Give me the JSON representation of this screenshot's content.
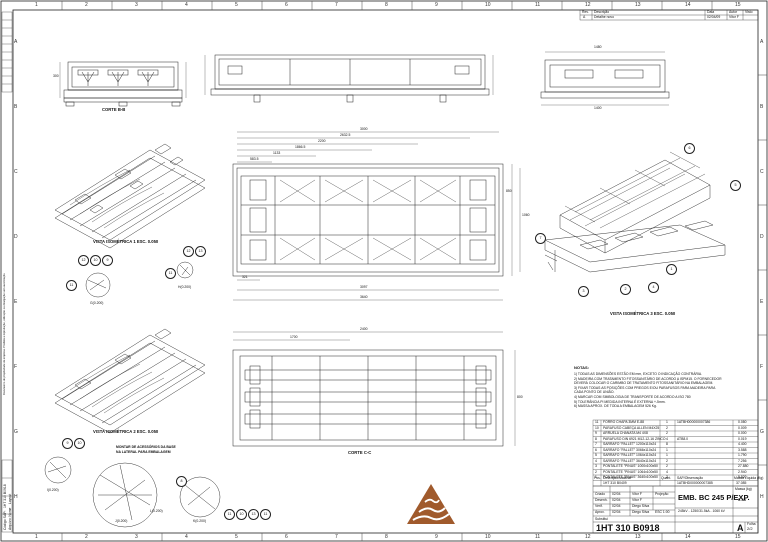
{
  "rev_header": {
    "rev": "Rev.",
    "description": "Descrição",
    "date": "Data",
    "author": "Autor",
    "approval": "Visto"
  },
  "rev_row": {
    "rev": "A",
    "description": "Detalhe novo",
    "date": "02/04/09",
    "author": "Vitor F"
  },
  "top_numbers": [
    "1",
    "2",
    "3",
    "4",
    "5",
    "6",
    "7",
    "8",
    "9",
    "10",
    "11",
    "12",
    "13",
    "14",
    "15"
  ],
  "side_letters": [
    "A",
    "B",
    "C",
    "D",
    "E",
    "F",
    "G",
    "H"
  ],
  "views": {
    "corte_bb": "CORTE B-B",
    "corte_cc": "CORTE C-C",
    "iso1": "VISTA ISOMÉTRICA 1 ESC. 0.050",
    "iso2": "VISTA ISOMÉTRICA 2 ESC. 0.050",
    "iso3": "VISTA ISOMÉTRICA 3 ESC. 0.050",
    "det_g": "G(0.200)",
    "det_h": "H(0.200)",
    "det_i": "I(0.200)",
    "det_j": "J(0.200)",
    "det_k": "K(0.200)",
    "det_l": "L(0.200)",
    "mount_note": [
      "MONTAR DE ACESSÓRIOS DA BASE",
      "NA LATERAL PARA EMBALAGEM"
    ]
  },
  "dims": {
    "d1480": "1480",
    "d1400": "1400",
    "d3000": "3000",
    "d2632": "2632.5",
    "d2200": "2200",
    "d1866": "1866.5",
    "d1133": "1133",
    "d583": "583.5",
    "d3097": "3097",
    "d3640": "3640",
    "d2400": "2400",
    "d1700": "1700",
    "d321": "321",
    "d850": "850",
    "d1060": "1060",
    "d800": "800",
    "d300": "300"
  },
  "notes": {
    "title": "NOTAS:",
    "lines": [
      "1) TODAS AS DIMENSÕES ESTÃO EM mm, EXCETO O INDICAÇÃO CONTRÁRIA.",
      "2) MADEIRA COM TRATAMENTO FITOSSANITÁRIO DE ACORDO A ISPM15. O FORNECEDOR",
      "   DEVERÁ COLOCAR O CARIMBO DE TRATAMENTO FITOSSANITÁRIO NA EMBALAGEM.",
      "3) FIXAR TODAS AS POSIÇÕES COM PREGOS E/OU PARAFUSOS PARA MADEIRA PARA",
      "   CADA PONTO DE UNIÃO.",
      "4) MARCAR COM SIMBOLOGIA DE TRANSPORTE DE ACORDO A ISO 780",
      "5) TOLERÂNCIA PI MEDIDA INTERNA É EXTERNA +-5mm.",
      "6) MASSA APROX. DE TODA A EMBALAGEM 526 Kg."
    ]
  },
  "bom": [
    {
      "pos": "11",
      "desc": "FORRO CHAPA 3MM E-88",
      "qty": "1",
      "code": "1ATBH000000007386",
      "mass": "0.080"
    },
    {
      "pos": "10",
      "desc": "PARAFUSO CABEÇA ALLEN M4X25",
      "qty": "2",
      "code": "",
      "mass": "0.009"
    },
    {
      "pos": "9",
      "desc": "ARRUELA CHANATA M4 4X8",
      "qty": "2",
      "code": "",
      "mass": "0.000"
    },
    {
      "pos": "8",
      "desc": "PARAFUSO DIN 6921 M12-12-16 ZINCO",
      "qty": "4",
      "code": "ATB8.0",
      "mass": "0.019"
    },
    {
      "pos": "7",
      "desc": "SARRAFO \"PALLET\" 1200x110x24",
      "qty": "8",
      "code": "",
      "mass": "4.400"
    },
    {
      "pos": "6",
      "desc": "SARRAFO \"PALLET\" 3066x110x24",
      "qty": "1",
      "code": "",
      "mass": "3.588"
    },
    {
      "pos": "5",
      "desc": "SARRAFO \"PALLET\" 1064x110x24",
      "qty": "1",
      "code": "",
      "mass": "1.790"
    },
    {
      "pos": "4",
      "desc": "SARRAFO \"PALLET\" 3640x110x24",
      "qty": "2",
      "code": "",
      "mass": "7.256"
    },
    {
      "pos": "3",
      "desc": "PONTALETE \"PINUS\" 1000x100x50",
      "qty": "2",
      "code": "",
      "mass": "27.880"
    },
    {
      "pos": "2",
      "desc": "PONTALETE \"PINUS\" 1064x100x50",
      "qty": "4",
      "code": "",
      "mass": "2.940"
    },
    {
      "pos": "1",
      "desc": "PONTALETE \"PINUS\" 3640x100x50",
      "qty": "3",
      "code": "",
      "mass": "9.520"
    }
  ],
  "bom_extra": {
    "code": "1HT 310 B0409",
    "code_full": "1ATBHD000000007385",
    "mass": "37.085"
  },
  "bom_header": {
    "pos": "Pos.",
    "desc": "Descrição/Material",
    "qty": "Quant.",
    "code": "SAP/Observação",
    "mass": "Massa Líquida (Kg)"
  },
  "title_block": {
    "row_labels": [
      "Criado",
      "Desenh.",
      "Verif.",
      "Aprov."
    ],
    "row_dates": [
      "02/04",
      "02/04",
      "02/04",
      "02/04"
    ],
    "row_names": [
      "Vitor F",
      "Vitor F",
      "Diego Silva",
      "Diego Silva"
    ],
    "projection": "Projeção",
    "scale": "ESC 1:00",
    "title": "EMB. BC 245 P/EXP.",
    "subtitle": "245kV - 1250/31.5kA - 1060 kV",
    "drawing_no": "1HT 310 B0918",
    "rev": "A",
    "sheet": "2/2",
    "replaces": "Substitui",
    "mass": "0.38",
    "mass_label": "Massa (kg)",
    "sheet_label": "Folha"
  },
  "side_stamp": [
    "Código SAP:",
    "1HT 310 B0918",
    "Arquivo: Nome",
    "Layout"
  ],
  "side_legal": "Documento de propriedade da empresa. Proibida a reprodução, utilização ou divulgação sem autorização."
}
